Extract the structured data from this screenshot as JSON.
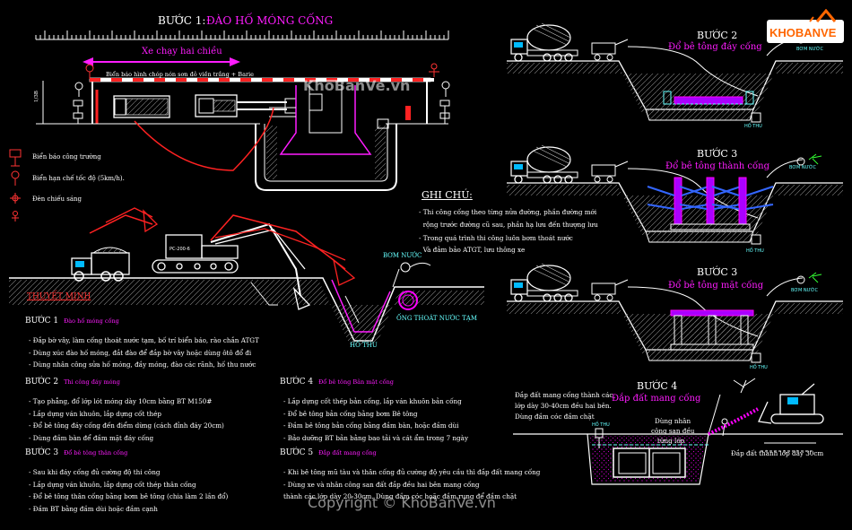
{
  "step1": {
    "title": "BƯỚC 1:",
    "subtitle": "ĐÀO HỐ MÓNG CỐNG",
    "traffic_label": "Xe chạy hai chiều",
    "fence_label": "Biển báo hình chóp nón sơn đỏ viền trắng + Barie",
    "legend": [
      "Biển báo công trường",
      "Biển hạn chế tốc độ (5km/h).",
      "Đèn chiếu sáng"
    ],
    "dim_label": "1/3B",
    "excavator_plate": "PC-200-6",
    "pump_label": "BƠM NƯỚC",
    "pipe_label": "ỐNG THOÁT NƯỚC TẠM",
    "sump_label": "HỐ THU"
  },
  "watermark": {
    "site": "KhoBanVe.vn",
    "copyright": "Copyright © KhoBanVe.vn",
    "logo": "KHOBANVE"
  },
  "notes": {
    "heading": "GHI CHÚ:",
    "lines": [
      "- Thi công cống theo từng nửa đường, phần đường mới",
      "  rộng trước đường cũ sau, phần hạ lưu đến thượng lưu",
      "- Trong quá trình thi công luôn bơm thoát nước",
      "  Và đảm bảo ATGT, lưu thông xe"
    ]
  },
  "explanation": {
    "heading": "THUYẾT MINH",
    "sections": [
      {
        "step": "BƯỚC 1",
        "name": "Đào hố móng cống",
        "lines": [
          "- Đắp bờ vây, làm cống thoát nước tạm, bố trí biển báo, rào chắn ATGT",
          "- Dùng xúc đào hố móng, đắt đào để đắp bờ vây hoặc dùng ôtô đổ đi",
          "- Dùng nhân công sửa hố móng, đầy móng, đào các rãnh, hố thu nước"
        ]
      },
      {
        "step": "BƯỚC 2",
        "name": "Thi công đáy móng",
        "lines": [
          "- Tạo phẳng, đổ lớp lót móng dày 10cm bằng BT M150#",
          "- Lắp dựng ván khuôn, lắp dựng cốt thép",
          "- Đổ bê tông đáy cống đến điểm dừng (cách đỉnh đáy 20cm)",
          "- Dùng đầm bàn để đầm mặt đáy cống"
        ]
      },
      {
        "step": "BƯỚC 3",
        "name": "Đổ bê tông thân cống",
        "lines": [
          "- Sau khi đáy cống đủ cường độ thi công",
          "- Lắp dựng ván khuôn, lắp dựng cốt thép thân cống",
          "- Đổ bê tông thân cống bằng bơm bê tông (chia làm 2 lần đổ)",
          "- Đầm BT bằng đầm dùi hoặc đầm cạnh"
        ]
      },
      {
        "step": "BƯỚC 4",
        "name": "Đổ bê tông Bản mặt cống",
        "lines": [
          "- Lắp dựng cốt thép bản cống, lắp ván khuôn bản cống",
          "- Đổ bê tông bản cống bằng bơm Bê tông",
          "- Đầm bê tông bản cống bằng đầm bàn, hoặc đầm dùi",
          "- Bảo dưỡng BT bản bằng bao tải và cát ẩm trong 7 ngày"
        ]
      },
      {
        "step": "BƯỚC 5",
        "name": "Đắp đất mang cống",
        "lines": [
          "- Khi bê tông mũ tàu và thân cống đủ cường độ yêu cầu thì đắp đất mang cống",
          "- Dùng xe và nhân công san đất đắp đều hai bên mang cống",
          "thành các lớp dày 20-30cm. Dùng đầm cóc hoặc đầm rung để đầm chặt"
        ]
      }
    ]
  },
  "panels": {
    "p2": {
      "title": "BƯỚC 2",
      "subtitle": "Đổ bê tông đáy cống",
      "pump": "BƠM NƯỚC",
      "sump": "HỐ THU"
    },
    "p3a": {
      "title": "BƯỚC 3",
      "subtitle": "Đổ bê tông thành cống",
      "pump": "BƠM NƯỚC",
      "sump": "HỐ THU"
    },
    "p3b": {
      "title": "BƯỚC 3",
      "subtitle": "Đổ bê tông mặt cống",
      "pump": "BƠM NƯỚC",
      "sump": "HỐ THU"
    },
    "p4": {
      "title": "BƯỚC 4",
      "subtitle": "Đắp đất mang cống",
      "desc": [
        "Đắp đất mang cống thành các",
        "lớp dày 30-40cm đều hai bên.",
        "Dùng đầm cóc đầm chặt"
      ],
      "worker": [
        "Dùng nhân",
        "công san đều",
        "từng lớp"
      ],
      "layer": "Đắp đất thành lớp dày 30cm",
      "sump": "HỐ THU"
    }
  }
}
